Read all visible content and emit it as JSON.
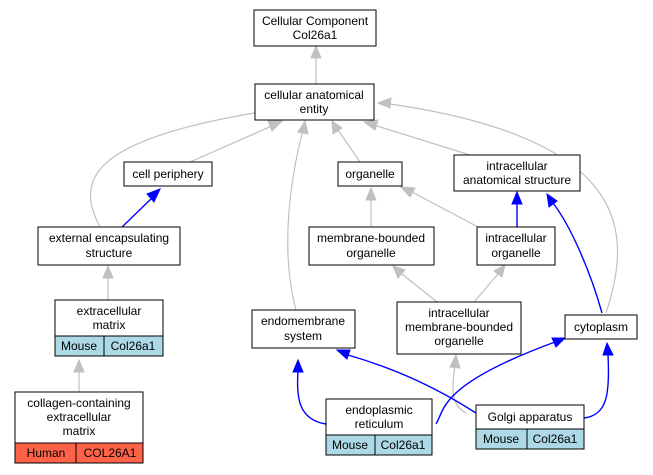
{
  "colors": {
    "grey_edge": "#c0c0c0",
    "blue_edge": "#0000ff",
    "mouse_cell": "#add8e6",
    "human_cell": "#ff6347"
  },
  "nodes": {
    "root": [
      "Cellular Component",
      "Col26a1"
    ],
    "cae": [
      "cellular anatomical",
      "entity"
    ],
    "cellper": [
      "cell periphery"
    ],
    "organelle": [
      "organelle"
    ],
    "ias": [
      "intracellular",
      "anatomical structure"
    ],
    "ees": [
      "external encapsulating",
      "structure"
    ],
    "mbo": [
      "membrane-bounded",
      "organelle"
    ],
    "io": [
      "intracellular",
      "organelle"
    ],
    "ecm": [
      "extracellular",
      "matrix"
    ],
    "endo": [
      "endomembrane",
      "system"
    ],
    "imbo": [
      "intracellular",
      "membrane-bounded",
      "organelle"
    ],
    "cyto": [
      "cytoplasm"
    ],
    "ccecm": [
      "collagen-containing",
      "extracellular",
      "matrix"
    ],
    "er": [
      "endoplasmic",
      "reticulum"
    ],
    "golgi": [
      "Golgi apparatus"
    ]
  },
  "annotations": {
    "ecm": [
      "Mouse",
      "Col26a1"
    ],
    "ccecm": [
      "Human",
      "COL26A1"
    ],
    "er": [
      "Mouse",
      "Col26a1"
    ],
    "golgi": [
      "Mouse",
      "Col26a1"
    ]
  }
}
